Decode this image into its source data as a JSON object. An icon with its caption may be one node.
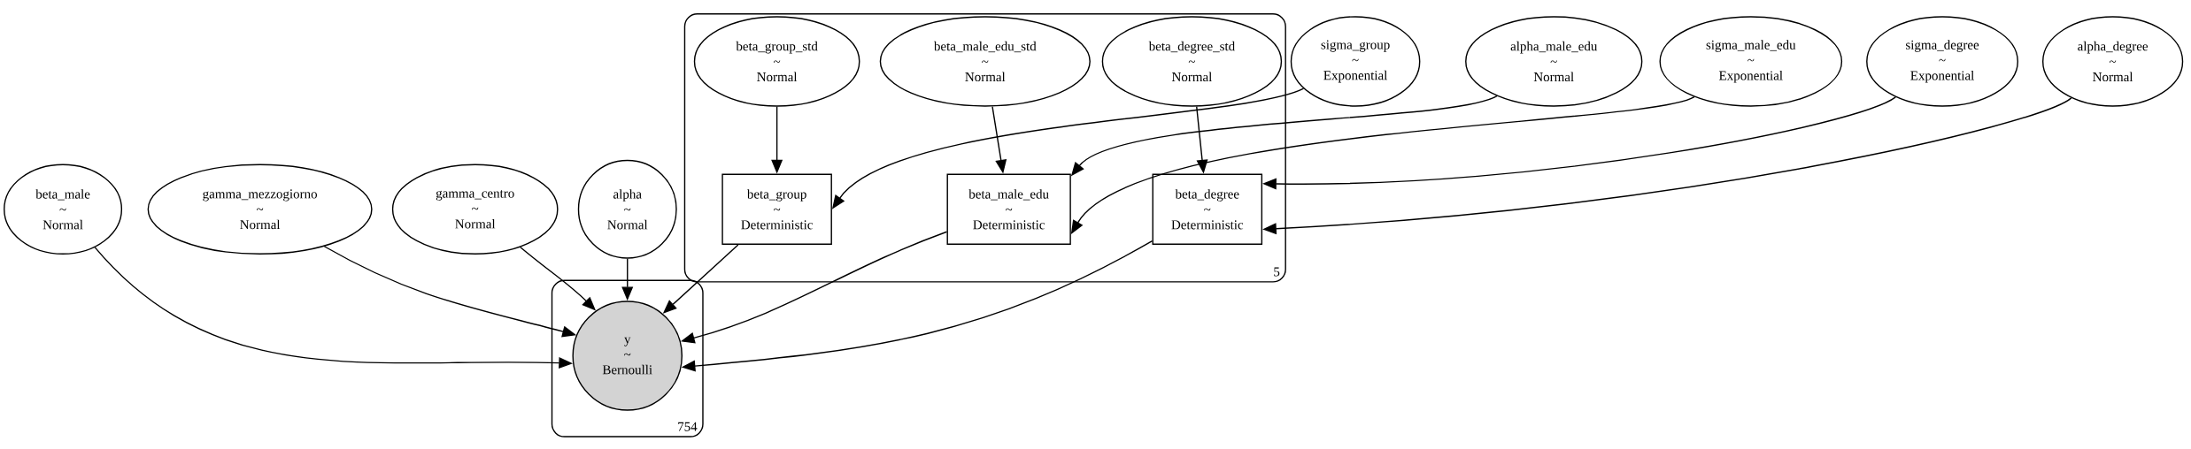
{
  "diagram": {
    "nodes": [
      {
        "text": [
          "5"
        ]
      },
      {
        "text": [
          "beta_group_std",
          "~",
          "Normal"
        ],
        "in": 0
      },
      {
        "text": [
          "beta_male_edu_std",
          "~",
          "Normal"
        ],
        "in": 0
      },
      {
        "text": [
          "beta_degree_std",
          "~",
          "Normal"
        ],
        "in": 0
      },
      {
        "text": [
          "sigma_group",
          "~",
          "Exponential"
        ]
      },
      {
        "text": [
          "alpha_male_edu",
          "~",
          "Normal"
        ]
      },
      {
        "text": [
          "sigma_male_edu",
          "~",
          "Exponential"
        ]
      },
      {
        "text": [
          "sigma_degree",
          "~",
          "Exponential"
        ]
      },
      {
        "text": [
          "alpha_degree",
          "~",
          "Normal"
        ]
      },
      {
        "text": [
          "beta_male",
          "~",
          "Normal"
        ]
      },
      {
        "text": [
          "gamma_mezzogiorno",
          "~",
          "Normal"
        ]
      },
      {
        "text": [
          "gamma_centro",
          "~",
          "Normal"
        ]
      },
      {
        "text": [
          "alpha",
          "~",
          "Normal"
        ]
      },
      {
        "text": [
          "beta_group",
          "~",
          "Deterministic"
        ],
        "in": 0
      },
      {
        "text": [
          "beta_male_edu",
          "~",
          "Deterministic"
        ],
        "in": 0
      },
      {
        "text": [
          "beta_degree",
          "~",
          "Deterministic"
        ],
        "in": 0
      },
      {
        "text": [
          "754"
        ]
      },
      {
        "text": [
          "y",
          "~",
          "Bernoulli"
        ],
        "in": 16
      }
    ],
    "edges": [
      {
        "from": 1,
        "to": 13,
        "arrow": "to"
      },
      {
        "from": 2,
        "to": 14,
        "arrow": "to"
      },
      {
        "from": 3,
        "to": 15,
        "arrow": "to"
      },
      {
        "from": 4,
        "to": 13,
        "arrow": "to"
      },
      {
        "from": 5,
        "to": 14,
        "arrow": "to"
      },
      {
        "from": 6,
        "to": 14,
        "arrow": "to"
      },
      {
        "from": 7,
        "to": 15,
        "arrow": "to"
      },
      {
        "from": 8,
        "to": 15,
        "arrow": "to"
      },
      {
        "from": 9,
        "to": 17,
        "arrow": "to"
      },
      {
        "from": 10,
        "to": 17,
        "arrow": "to"
      },
      {
        "from": 11,
        "to": 17,
        "arrow": "to"
      },
      {
        "from": 12,
        "to": 17,
        "arrow": "to"
      },
      {
        "from": 13,
        "to": 17,
        "arrow": "to"
      },
      {
        "from": 14,
        "to": 17,
        "arrow": "to"
      },
      {
        "from": 15,
        "to": 17,
        "arrow": "to"
      }
    ]
  }
}
